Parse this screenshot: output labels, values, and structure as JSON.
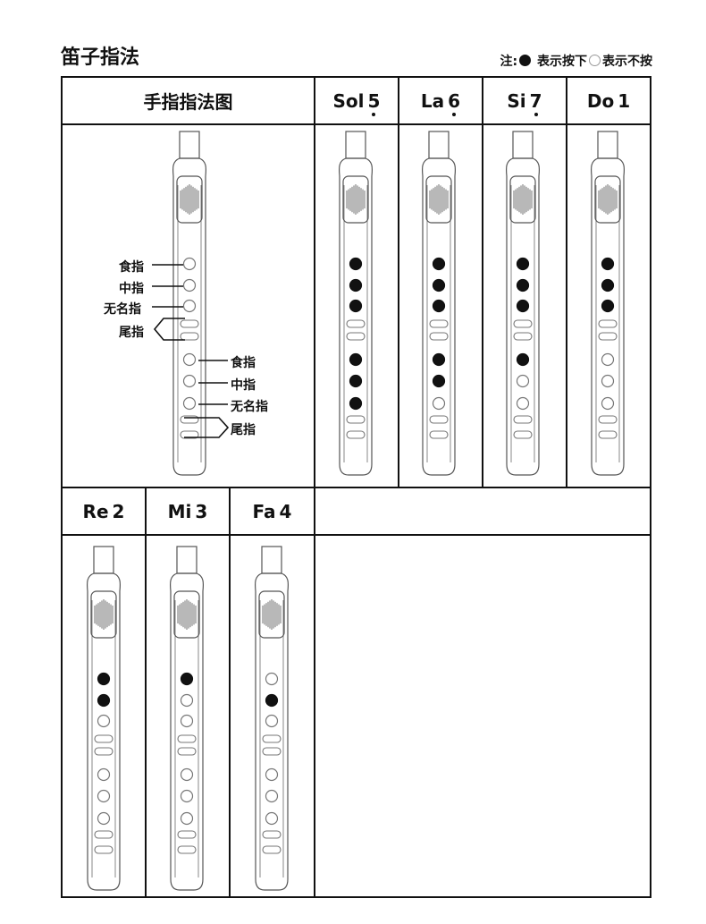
{
  "page": {
    "title": "笛子指法",
    "note_prefix": "注:",
    "note_pressed": "表示按下",
    "note_open": "表示不按"
  },
  "table": {
    "diagram_header": "手指指法图",
    "notes": [
      {
        "name": "Sol",
        "num": "5",
        "low": true,
        "holes": [
          1,
          1,
          1,
          1,
          1,
          1
        ]
      },
      {
        "name": "La",
        "num": "6",
        "low": true,
        "holes": [
          1,
          1,
          1,
          1,
          1,
          0
        ]
      },
      {
        "name": "Si",
        "num": "7",
        "low": true,
        "holes": [
          1,
          1,
          1,
          1,
          0,
          0
        ]
      },
      {
        "name": "Do",
        "num": "1",
        "low": false,
        "holes": [
          1,
          1,
          1,
          0,
          0,
          0
        ]
      },
      {
        "name": "Re",
        "num": "2",
        "low": false,
        "holes": [
          1,
          1,
          0,
          0,
          0,
          0
        ]
      },
      {
        "name": "Mi",
        "num": "3",
        "low": false,
        "holes": [
          1,
          0,
          0,
          0,
          0,
          0
        ]
      },
      {
        "name": "Fa",
        "num": "4",
        "low": false,
        "holes": [
          0,
          1,
          0,
          0,
          0,
          0
        ]
      }
    ]
  },
  "finger_labels": {
    "upper": [
      "食指",
      "中指",
      "无名指",
      "尾指"
    ],
    "lower": [
      "食指",
      "中指",
      "无名指",
      "尾指"
    ]
  },
  "colors": {
    "ink": "#111111",
    "flute_stroke": "#555555",
    "grille": "#999999"
  }
}
